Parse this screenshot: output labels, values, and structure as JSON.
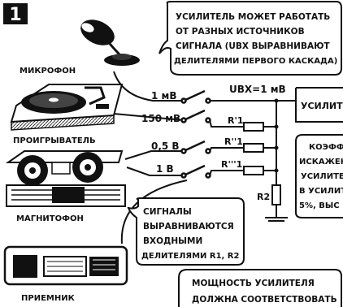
{
  "figure_number": "1",
  "sources": [
    {
      "name": "МИКРОФОН",
      "level": "1 мВ"
    },
    {
      "name": "ПРОИГРЫВАТЕЛЬ",
      "level": "150 мВ"
    },
    {
      "name": "МАГНИТОФОН",
      "level": "0,5 В"
    },
    {
      "name": "ПРИЕМНИК",
      "level": "1 В"
    }
  ],
  "top_note": [
    "УСИЛИТЕЛЬ МОЖЕТ РАБОТАТЬ",
    "ОТ РАЗНЫХ ИСТОЧНИКОВ",
    "СИГНАЛА (UВХ ВЫРАВНИВАЮТ",
    "ДЕЛИТЕЛЯМИ ПЕРВОГО КАСКАДА)"
  ],
  "input_voltage": "UВХ=1 мВ",
  "amplifier_label": "УСИЛИТ",
  "resistors": [
    "R'1",
    "R''1",
    "R'''1",
    "R2"
  ],
  "distortion_note": [
    "КОЭФФ",
    "ИСКАЖЕН",
    "УСИЛИТЕ",
    "В УСИЛИТ",
    "5%, ВЫС"
  ],
  "divider_note": [
    "СИГНАЛЫ",
    "ВЫРАВНИВАЮТСЯ",
    "ВХОДНЫМИ",
    "ДЕЛИТЕЛЯМИ R1, R2"
  ],
  "power_note": [
    "МОЩНОСТЬ УСИЛИТЕЛЯ",
    "ДОЛЖНА СООТВЕТСТВОВАТЬ"
  ]
}
